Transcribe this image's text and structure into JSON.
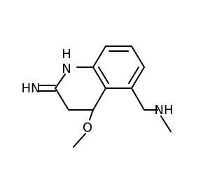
{
  "molecule": {
    "atoms": {
      "n1_hydrogen": "H",
      "n1": "N",
      "imine_hn": "HN",
      "methoxy_o": "O",
      "amine_nh": "NH"
    },
    "colors": {
      "bond": "#000000",
      "label": "#000000",
      "background": "#ffffff"
    }
  }
}
